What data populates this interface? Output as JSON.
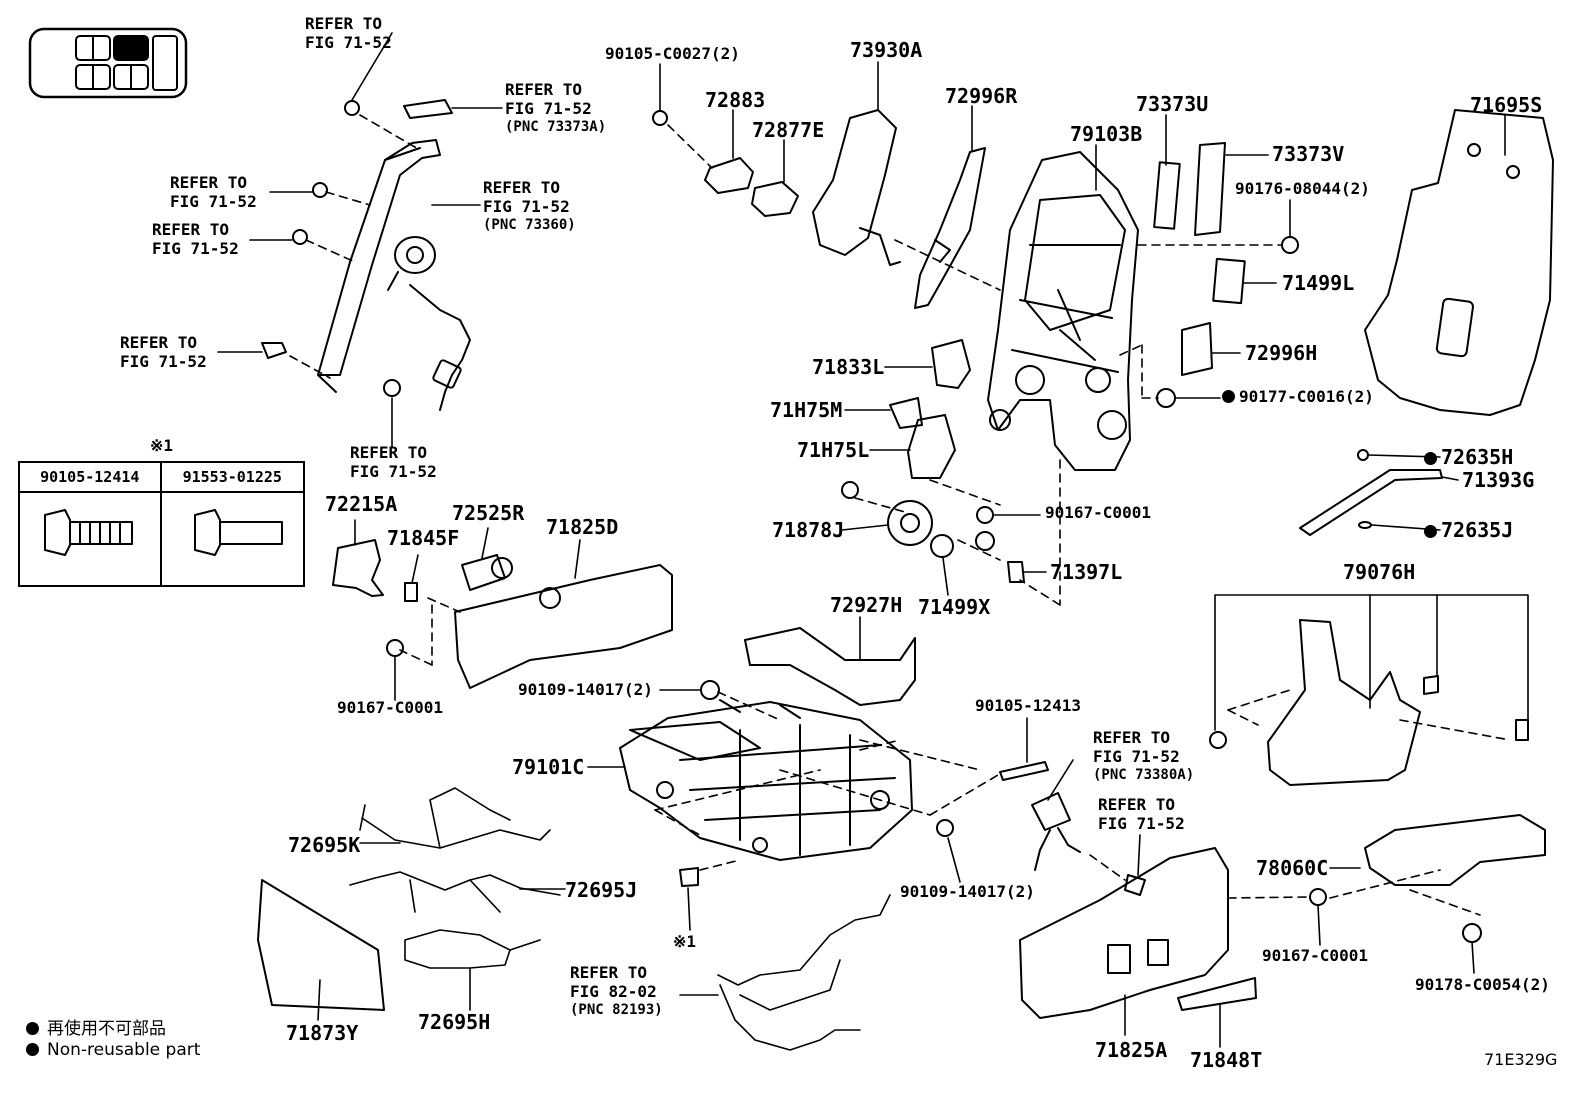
{
  "diagram_id": "71E329G",
  "legend": {
    "reuse_jp": "再使用不可部品",
    "reuse_en": "Non-reusable part"
  },
  "note_marker": "※1",
  "bolt_table": {
    "marker": "※1",
    "left_pn": "90105-12414",
    "right_pn": "91553-01225"
  },
  "refs": {
    "r1": [
      "REFER TO",
      "FIG 71-52"
    ],
    "r2": [
      "REFER TO",
      "FIG 71-52",
      "(PNC 73373A)"
    ],
    "r3": [
      "REFER TO",
      "FIG 71-52"
    ],
    "r4": [
      "REFER TO",
      "FIG 71-52",
      "(PNC 73360)"
    ],
    "r5": [
      "REFER TO",
      "FIG 71-52"
    ],
    "r6": [
      "REFER TO",
      "FIG 71-52"
    ],
    "r7": [
      "REFER TO",
      "FIG 71-52"
    ],
    "r8": [
      "REFER TO",
      "FIG 71-52",
      "(PNC 73380A)"
    ],
    "r9": [
      "REFER TO",
      "FIG 71-52"
    ],
    "r10": [
      "REFER TO",
      "FIG 82-02",
      "(PNC 82193)"
    ]
  },
  "parts": {
    "p90105c0027": "90105-C0027(2)",
    "p72883": "72883",
    "p72877e": "72877E",
    "p73930a": "73930A",
    "p72996r": "72996R",
    "p79103b": "79103B",
    "p73373u": "73373U",
    "p73373v": "73373V",
    "p71695s": "71695S",
    "p9017608044": "90176-08044(2)",
    "p71499l": "71499L",
    "p72996h": "72996H",
    "p90177c0016": "90177-C0016(2)",
    "p71833l": "71833L",
    "p71h75m": "71H75M",
    "p71h75l": "71H75L",
    "p72635h": "72635H",
    "p71393g": "71393G",
    "p72635j": "72635J",
    "p90167c0001a": "90167-C0001",
    "p71878j": "71878J",
    "p71397l": "71397L",
    "p71499x": "71499X",
    "p72215a": "72215A",
    "p71845f": "71845F",
    "p72525r": "72525R",
    "p71825d": "71825D",
    "p90167c0001b": "90167-C0001",
    "p72927h": "72927H",
    "p79076h": "79076H",
    "p9010914017a": "90109-14017(2)",
    "p9010512413": "90105-12413",
    "p79101c": "79101C",
    "p72695k": "72695K",
    "p72695j": "72695J",
    "p9010914017b": "90109-14017(2)",
    "p78060c": "78060C",
    "p90167c0001c": "90167-C0001",
    "p90178c0054": "90178-C0054(2)",
    "p71873y": "71873Y",
    "p72695h": "72695H",
    "p71825a": "71825A",
    "p71848t": "71848T"
  }
}
